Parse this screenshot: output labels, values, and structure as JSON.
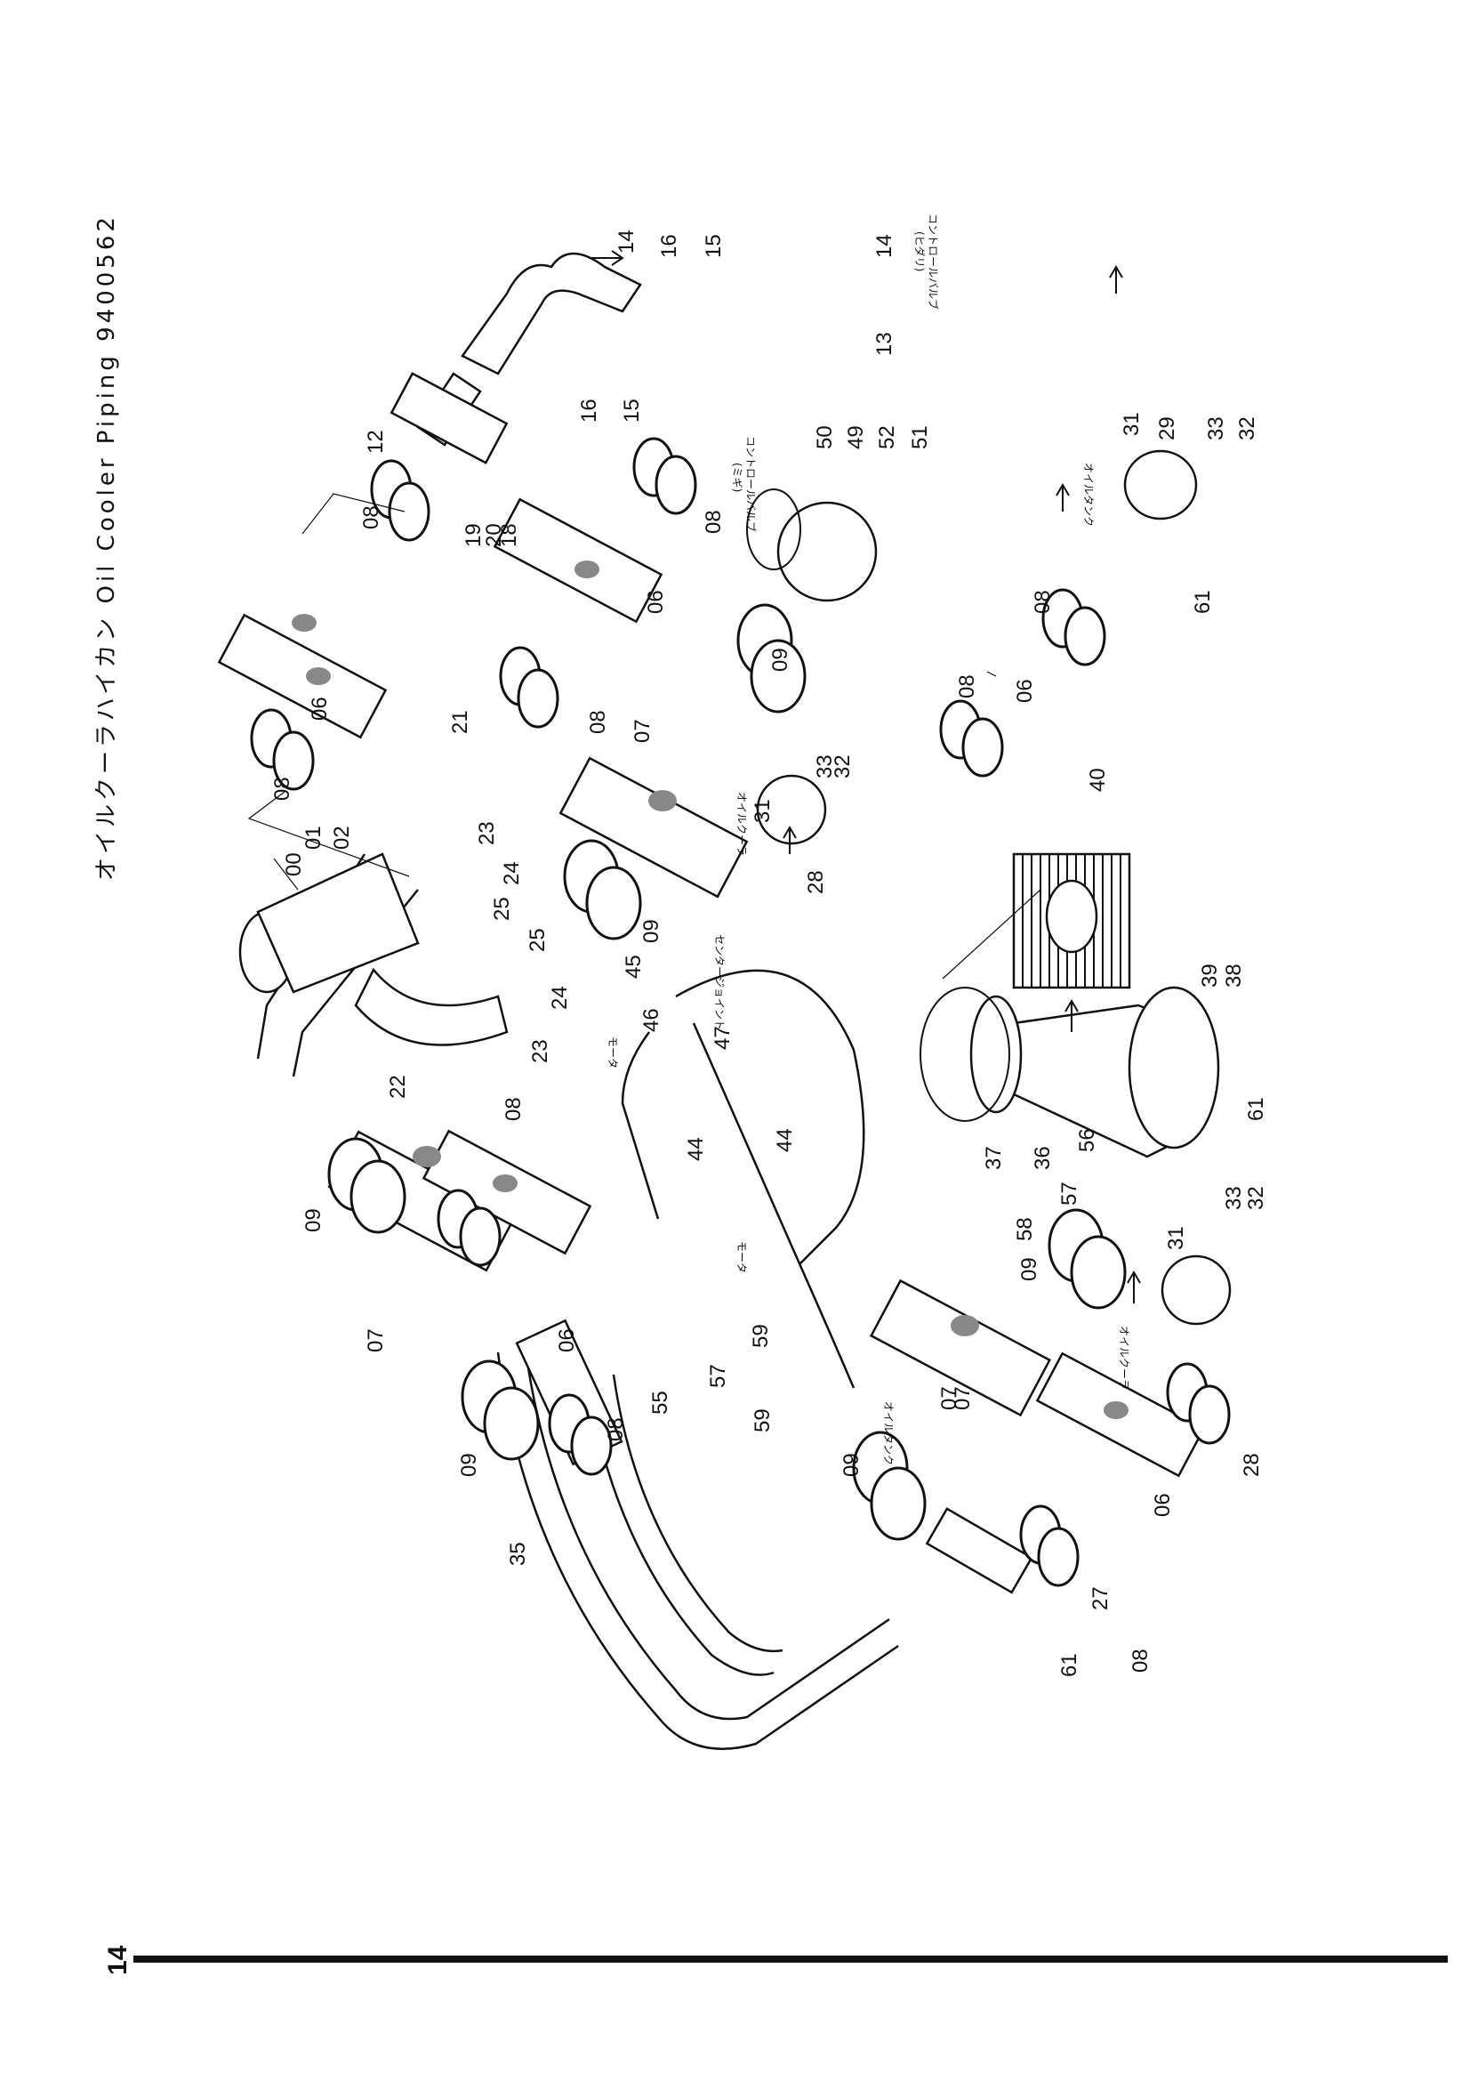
{
  "title": "オイルクーラハイカン Oil Cooler Piping 9400562",
  "page_number": "14",
  "annotations": {
    "control_valve_right": "コントロールバルブ",
    "control_valve_right_sub": "(ミギ)",
    "control_valve_left": "コントロールバルブ",
    "control_valve_left_sub": "(ヒダリ)",
    "oil_tank_1": "オイルタンク",
    "oil_cooler_1": "オイルクーラ",
    "center_joint": "センタージョイント",
    "motor_1": "モータ",
    "motor_2": "モータ",
    "oil_cooler_2": "オイルクーラ",
    "oil_tank_2": "オイルタンク"
  },
  "part_labels": [
    "00",
    "01",
    "02",
    "06",
    "06",
    "06",
    "06",
    "06",
    "07",
    "07",
    "07",
    "07",
    "08",
    "08",
    "08",
    "08",
    "08",
    "08",
    "08",
    "08",
    "08",
    "09",
    "09",
    "09",
    "09",
    "09",
    "09",
    "12",
    "13",
    "14",
    "14",
    "15",
    "15",
    "16",
    "16",
    "18",
    "19",
    "20",
    "21",
    "22",
    "23",
    "23",
    "24",
    "24",
    "25",
    "25",
    "27",
    "28",
    "28",
    "29",
    "31",
    "31",
    "31",
    "32",
    "32",
    "32",
    "33",
    "33",
    "33",
    "35",
    "36",
    "37",
    "38",
    "39",
    "40",
    "44",
    "44",
    "45",
    "46",
    "47",
    "49",
    "50",
    "51",
    "52",
    "55",
    "56",
    "57",
    "57",
    "58",
    "59",
    "59",
    "61",
    "61",
    "61"
  ]
}
